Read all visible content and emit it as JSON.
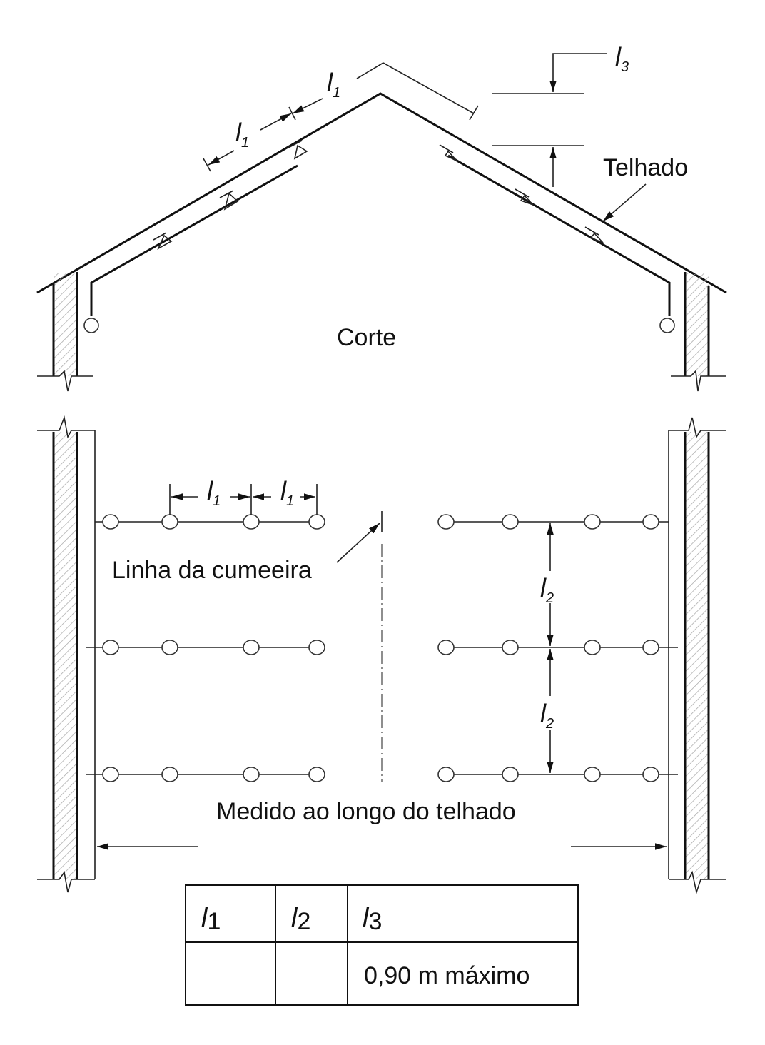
{
  "labels": {
    "roof": "Telhado",
    "section": "Corte",
    "ridge_line": "Linha da cumeeira",
    "measured": "Medido ao longo do telhado"
  },
  "dimensions": {
    "l1": {
      "symbol": "l",
      "subscript": "1"
    },
    "l2": {
      "symbol": "l",
      "subscript": "2"
    },
    "l3": {
      "symbol": "l",
      "subscript": "3"
    }
  },
  "table": {
    "headers": [
      {
        "symbol": "l",
        "subscript": "1"
      },
      {
        "symbol": "l",
        "subscript": "2"
      },
      {
        "symbol": "l",
        "subscript": "3"
      }
    ],
    "rows": [
      [
        "",
        "",
        "0,90 m máximo"
      ]
    ]
  }
}
